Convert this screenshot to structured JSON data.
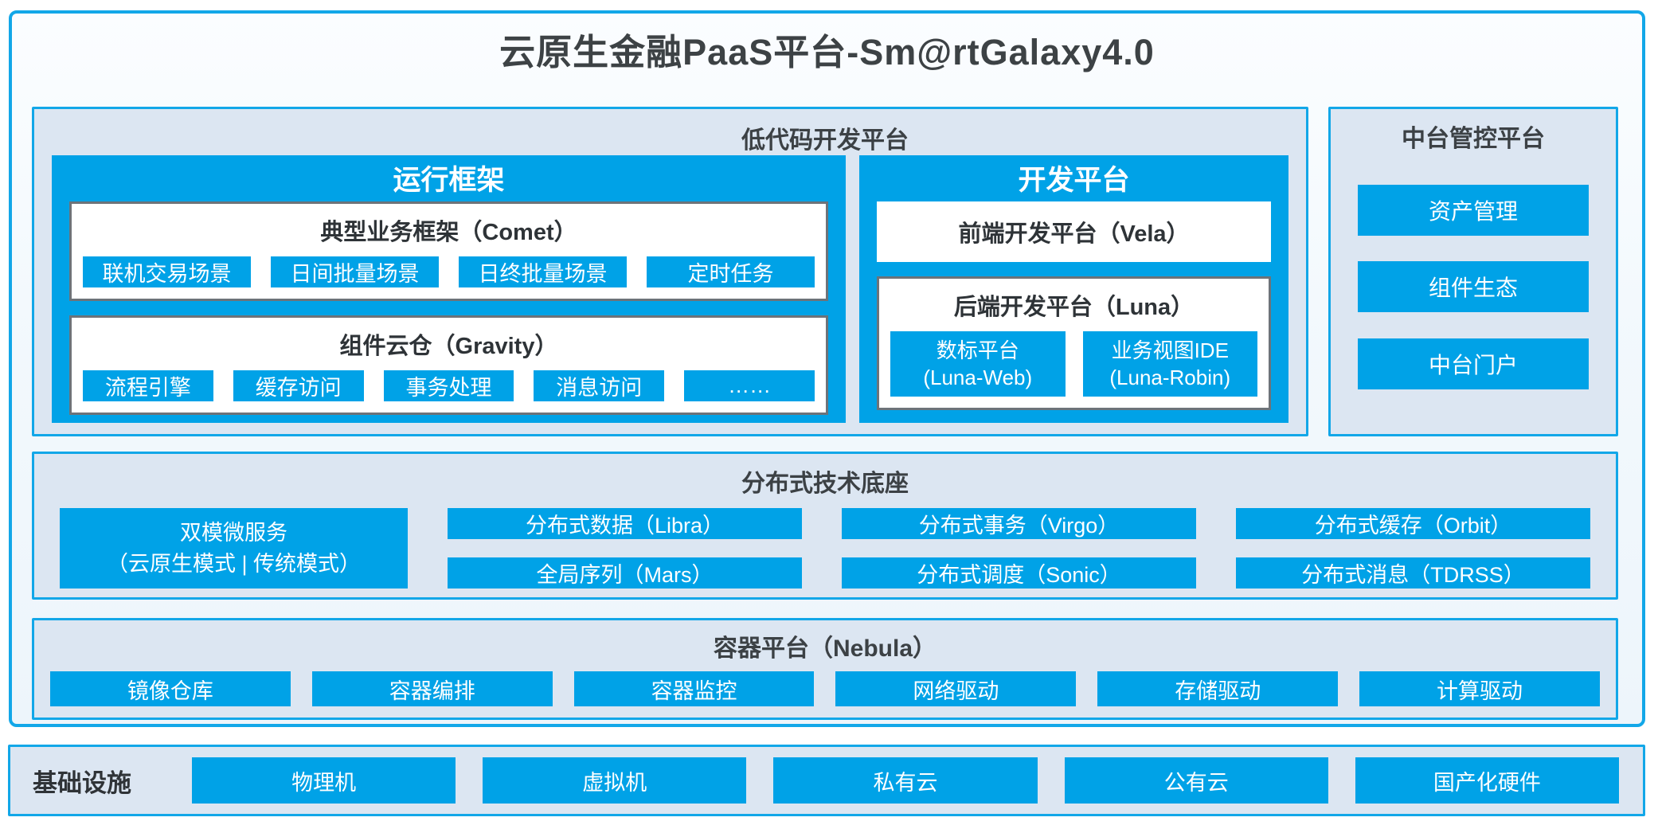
{
  "title": "云原生金融PaaS平台-Sm@rtGalaxy4.0",
  "low_code": {
    "title": "低代码开发平台",
    "runtime": {
      "title": "运行框架",
      "comet": {
        "title": "典型业务框架（Comet）",
        "items": [
          "联机交易场景",
          "日间批量场景",
          "日终批量场景",
          "定时任务"
        ]
      },
      "gravity": {
        "title": "组件云仓（Gravity）",
        "items": [
          "流程引擎",
          "缓存访问",
          "事务处理",
          "消息访问",
          "……"
        ]
      }
    },
    "dev": {
      "title": "开发平台",
      "vela_label": "前端开发平台（Vela）",
      "luna": {
        "title": "后端开发平台（Luna）",
        "items": [
          {
            "name": "数标平台",
            "code": "(Luna-Web)"
          },
          {
            "name": "业务视图IDE",
            "code": "(Luna-Robin)"
          }
        ]
      }
    }
  },
  "mid_control": {
    "title": "中台管控平台",
    "items": [
      "资产管理",
      "组件生态",
      "中台门户"
    ]
  },
  "distributed": {
    "title": "分布式技术底座",
    "dual_mode": {
      "line1": "双模微服务",
      "line2": "（云原生模式 | 传统模式）"
    },
    "columns": [
      [
        "分布式数据（Libra）",
        "全局序列（Mars）"
      ],
      [
        "分布式事务（Virgo）",
        "分布式调度（Sonic）"
      ],
      [
        "分布式缓存（Orbit）",
        "分布式消息（TDRSS）"
      ]
    ]
  },
  "container_platform": {
    "title": "容器平台（Nebula）",
    "items": [
      "镜像仓库",
      "容器编排",
      "容器监控",
      "网络驱动",
      "存储驱动",
      "计算驱动"
    ]
  },
  "infrastructure": {
    "title": "基础设施",
    "items": [
      "物理机",
      "虚拟机",
      "私有云",
      "公有云",
      "国产化硬件"
    ]
  },
  "colors": {
    "accent": "#00a2e7",
    "box_border": "#12a7e8",
    "panel_bg": "#dce6f2",
    "inner_box_border": "#6d7379",
    "dark_text": "#3d4245"
  }
}
